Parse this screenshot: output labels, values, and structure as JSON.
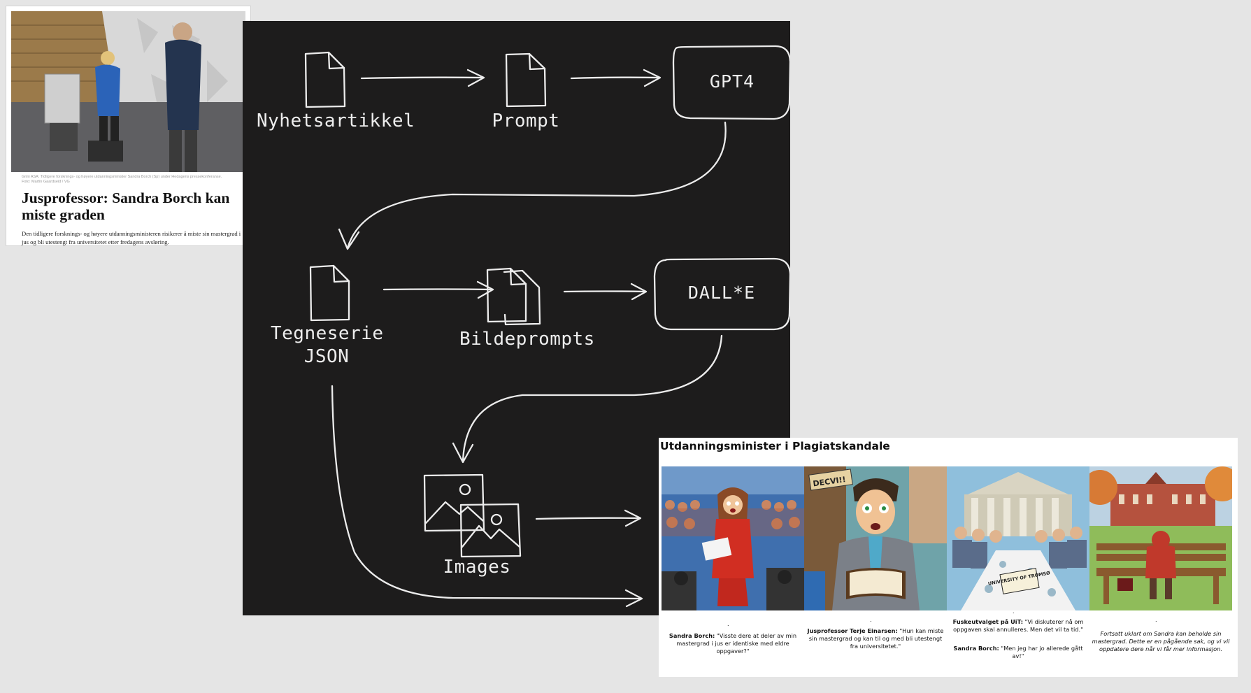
{
  "news": {
    "caption": "Grini ASA: Tidligere forsknings- og høyere utdanningsminister Sandra Borch (Sp) under Hedagens pressekonferanse. Foto: Martin Gaardseid / VG",
    "headline": "Jusprofessor: Sandra Borch kan miste graden",
    "lead": "Den tidligere forsknings- og høyere utdanningsministeren risikerer å miste sin mastergrad i jus og bli utestengt fra universitetet etter fredagens avsløring."
  },
  "diagram": {
    "nodes": {
      "article": "Nyhetsartikkel",
      "prompt": "Prompt",
      "gpt4": "GPT4",
      "json_line1": "Tegneserie",
      "json_line2": "JSON",
      "bildeprompts": "Bildeprompts",
      "dalle": "DALL*E",
      "images": "Images"
    }
  },
  "comic": {
    "title": "Utdanningsminister i Plagiatskandale",
    "panels": [
      {
        "speaker": "Sandra Borch:",
        "text": "\"Visste dere at deler av min mastergrad i jus er identiske med eldre oppgaver?\""
      },
      {
        "speaker": "Jusprofessor Terje Einarsen:",
        "text": "\"Hun kan miste sin mastergrad og kan til og med bli utestengt fra universitetet.\""
      },
      {
        "speaker": "Fuskeutvalget på UiT:",
        "text": "\"Vi diskuterer nå om oppgaven skal annulleres. Men det vil ta tid.\"",
        "speaker2": "Sandra Borch:",
        "text2": "\"Men jeg har jo allerede gått av!\""
      },
      {
        "text": "Fortsatt uklart om Sandra kan beholde sin mastergrad. Dette er en pågående sak, og vi vil oppdatere dere når vi får mer informasjon."
      }
    ],
    "sign_text": "UNIVERSITY OF TROMSØ",
    "panel2_sign": "DECVI!!"
  }
}
